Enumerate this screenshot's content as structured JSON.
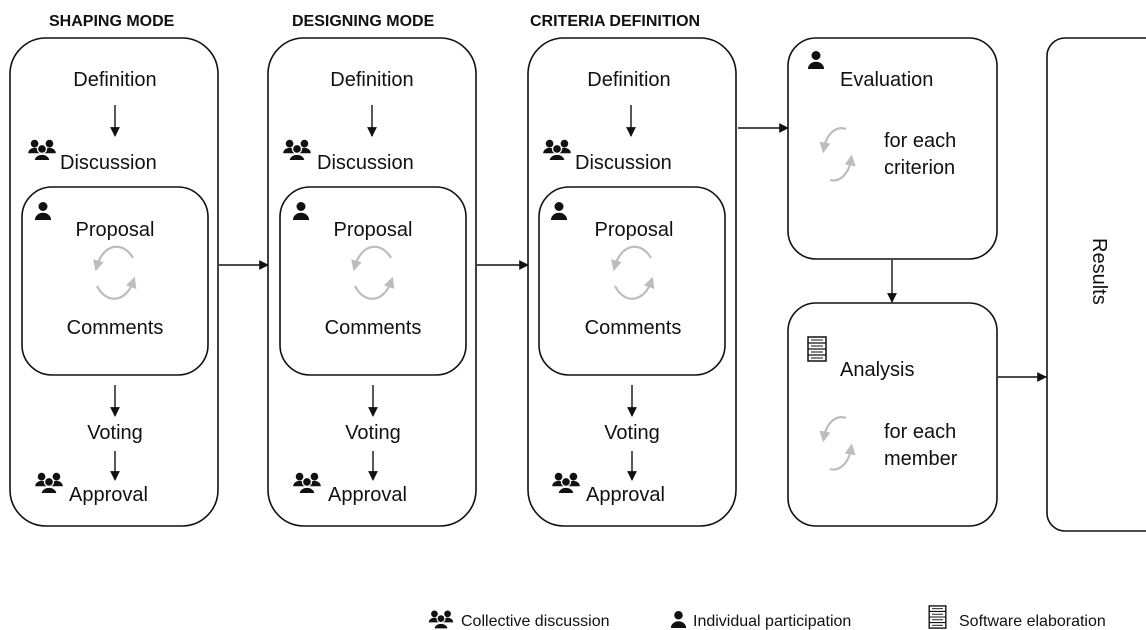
{
  "columns": [
    {
      "title": "SHAPING MODE",
      "definition": "Definition",
      "discussion": "Discussion",
      "proposal": "Proposal",
      "comments": "Comments",
      "voting": "Voting",
      "approval": "Approval"
    },
    {
      "title": "DESIGNING MODE",
      "definition": "Definition",
      "discussion": "Discussion",
      "proposal": "Proposal",
      "comments": "Comments",
      "voting": "Voting",
      "approval": "Approval"
    },
    {
      "title": "CRITERIA DEFINITION",
      "definition": "Definition",
      "discussion": "Discussion",
      "proposal": "Proposal",
      "comments": "Comments",
      "voting": "Voting",
      "approval": "Approval"
    }
  ],
  "evaluation": {
    "title": "Evaluation",
    "loop_line1": "for each",
    "loop_line2": "criterion"
  },
  "analysis": {
    "title": "Analysis",
    "loop_line1": "for each",
    "loop_line2": "member"
  },
  "results": "Results",
  "legend": {
    "collective": "Collective discussion",
    "individual": "Individual participation",
    "software": "Software elaboration"
  },
  "icons": {
    "collective": "group-icon",
    "individual": "person-icon",
    "software": "server-icon"
  }
}
